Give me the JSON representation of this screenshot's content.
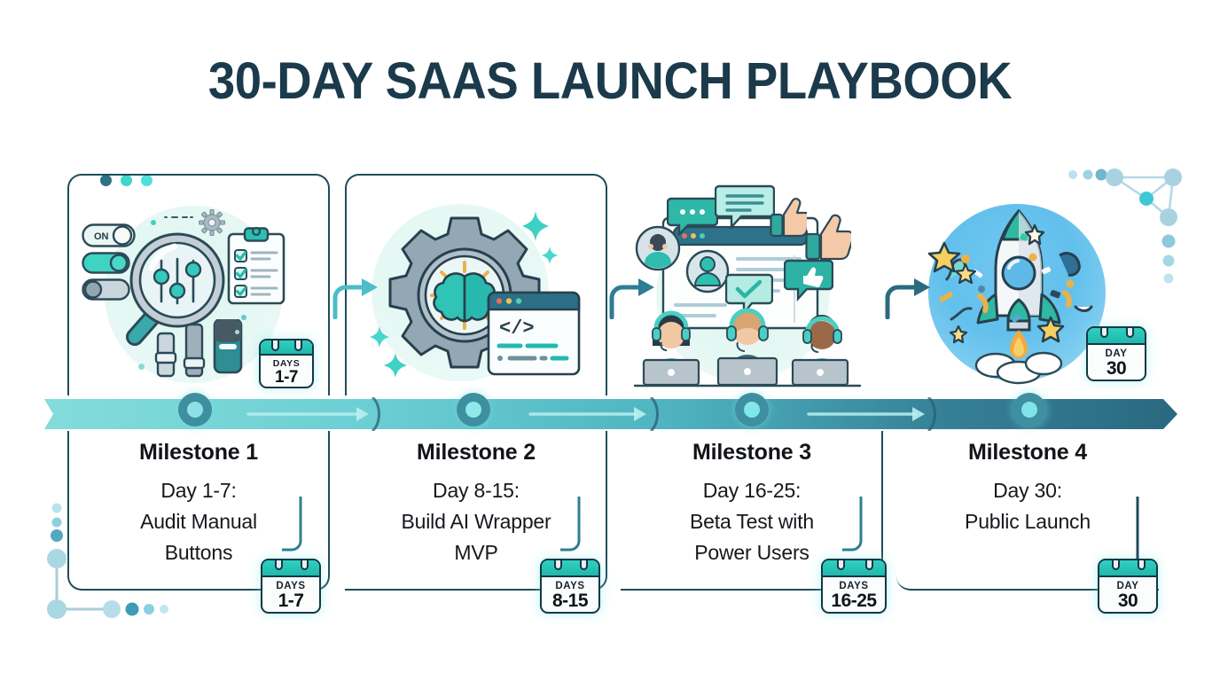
{
  "header": {
    "title": "30-DAY SAAS LAUNCH PLAYBOOK"
  },
  "theme": {
    "title_color": "#1b3a4b",
    "frame_color": "#1e4d5c",
    "timeline_start": "#7fd9d8",
    "timeline_end": "#2c6e80",
    "accent_teal": "#2fd0bf",
    "badge_header": "#21b7ac",
    "text_color": "#15181c"
  },
  "timeline": {
    "nodes": [
      {
        "label": "milestone-node-1"
      },
      {
        "label": "milestone-node-2"
      },
      {
        "label": "milestone-node-3"
      },
      {
        "label": "milestone-node-4"
      }
    ]
  },
  "milestones": [
    {
      "title": "Milestone 1",
      "line1": "Day 1-7:",
      "line2": "Audit Manual",
      "line3": "Buttons",
      "badge_label": "DAYS",
      "badge_value": "1-7",
      "illustration": "magnifier-toggles-checklist",
      "toggle_on_label": "ON"
    },
    {
      "title": "Milestone 2",
      "line1": "Day 8-15:",
      "line2": "Build AI Wrapper",
      "line3": "MVP",
      "badge_label": "DAYS",
      "badge_value": "8-15",
      "illustration": "gear-brain-code-window",
      "code_glyph": "</>"
    },
    {
      "title": "Milestone 3",
      "line1": "Day 16-25:",
      "line2": "Beta Test with",
      "line3": "Power Users",
      "badge_label": "DAYS",
      "badge_value": "16-25",
      "illustration": "support-team-chat-thumbsup"
    },
    {
      "title": "Milestone 4",
      "line1": "Day 30:",
      "line2": "Public Launch",
      "line3": "",
      "badge_label": "DAY",
      "badge_value": "30",
      "illustration": "rocket-launch-confetti"
    }
  ],
  "illustration_badges": [
    {
      "badge_label": "DAYS",
      "badge_value": "1-7"
    },
    {
      "badge_label": "DAY",
      "badge_value": "30"
    }
  ]
}
